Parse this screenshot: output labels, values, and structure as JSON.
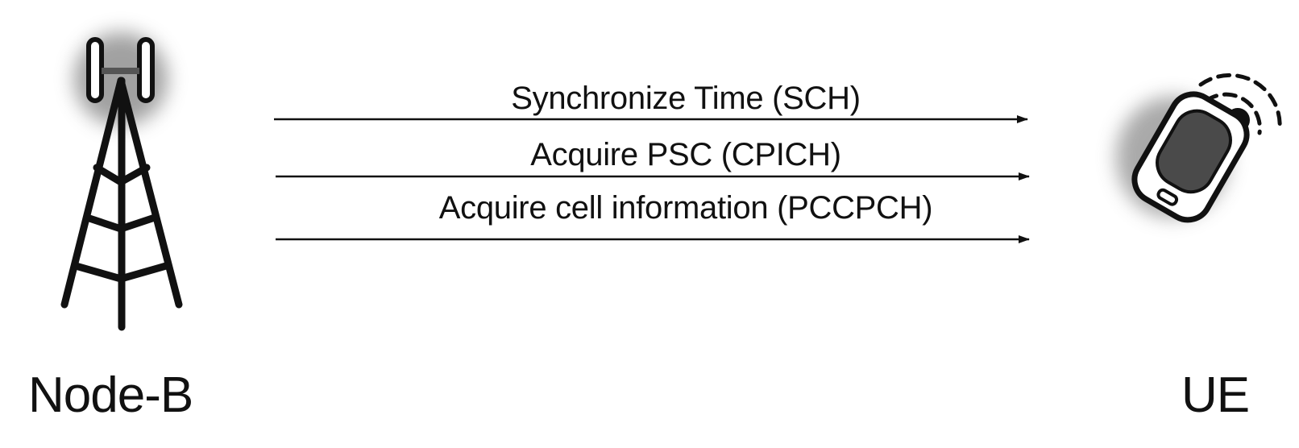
{
  "diagram": {
    "type": "sequence",
    "nodes": [
      {
        "id": "nodeb",
        "label": "Node-B",
        "icon": "cell-tower-icon"
      },
      {
        "id": "ue",
        "label": "UE",
        "icon": "mobile-phone-signal-icon"
      }
    ],
    "messages": [
      {
        "from": "nodeb",
        "to": "ue",
        "label": "Synchronize Time (SCH)"
      },
      {
        "from": "nodeb",
        "to": "ue",
        "label": "Acquire PSC (CPICH)"
      },
      {
        "from": "nodeb",
        "to": "ue",
        "label": "Acquire cell information (PCCPCH)"
      }
    ]
  }
}
